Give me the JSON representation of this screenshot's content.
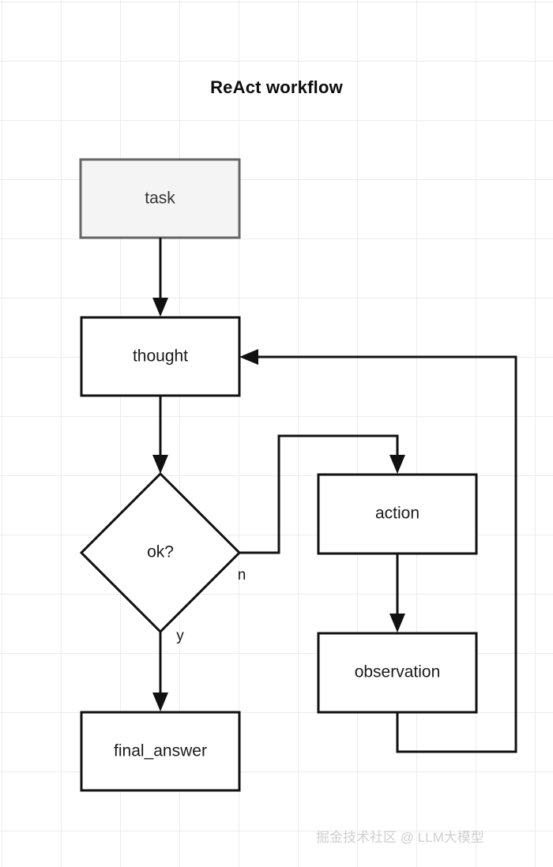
{
  "diagram": {
    "title": "ReAct workflow",
    "watermark": "掘金技术社区 @ LLM大模型",
    "nodes": {
      "task": {
        "label": "task",
        "shape": "rectangle",
        "fill": "#f4f4f4",
        "stroke": "#666666"
      },
      "thought": {
        "label": "thought",
        "shape": "rectangle",
        "fill": "#ffffff",
        "stroke": "#111111"
      },
      "decision": {
        "label": "ok?",
        "shape": "diamond",
        "fill": "#ffffff",
        "stroke": "#111111"
      },
      "action": {
        "label": "action",
        "shape": "rectangle",
        "fill": "#ffffff",
        "stroke": "#111111"
      },
      "observation": {
        "label": "observation",
        "shape": "rectangle",
        "fill": "#ffffff",
        "stroke": "#111111"
      },
      "final_answer": {
        "label": "final_answer",
        "shape": "rectangle",
        "fill": "#ffffff",
        "stroke": "#111111"
      }
    },
    "edges": {
      "task_to_thought": {
        "label": "",
        "from": "task",
        "to": "thought"
      },
      "thought_to_decision": {
        "label": "",
        "from": "thought",
        "to": "decision"
      },
      "decision_no": {
        "label": "n",
        "from": "decision",
        "to": "action"
      },
      "decision_yes": {
        "label": "y",
        "from": "decision",
        "to": "final_answer"
      },
      "action_to_observation": {
        "label": "",
        "from": "action",
        "to": "observation"
      },
      "observation_to_thought": {
        "label": "",
        "from": "observation",
        "to": "thought"
      }
    },
    "colors": {
      "grid": "#ececec",
      "line": "#111111",
      "text": "#1a1a1a",
      "watermark": "#cfcfcf"
    }
  }
}
